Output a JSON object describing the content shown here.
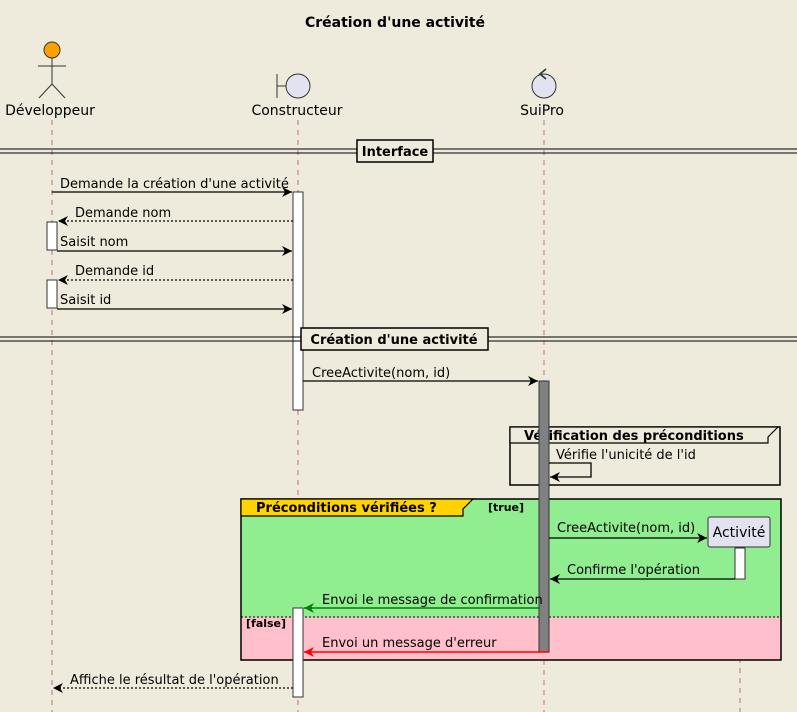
{
  "title": "Création d'une activité",
  "participants": {
    "developpeur": "Développeur",
    "constructeur": "Constructeur",
    "suipro": "SuiPro",
    "activite": "Activité"
  },
  "dividers": {
    "interface": "Interface",
    "creation": "Création d'une activité"
  },
  "messages": {
    "m1": "Demande la création d'une activité",
    "m2": "Demande nom",
    "m3": "Saisit nom",
    "m4": "Demande id",
    "m5": "Saisit id",
    "m6": "CreeActivite(nom, id)",
    "m7": "Vérifie l'unicité de l'id",
    "m8": "CreeActivite(nom, id)",
    "m9": "Confirme l'opération",
    "m10": "Envoi le message de confirmation",
    "m11": "Envoi un message d'erreur",
    "m12": "Affiche le résultat de l'opération"
  },
  "groups": {
    "verification": "Vérification des préconditions",
    "alt_title": "Préconditions vérifiées ?",
    "alt_true": "[true]",
    "alt_false": "[false]"
  },
  "colors": {
    "background": "#EEEBDC",
    "actor_head": "#FF9F00",
    "participant_fill": "#E2E2F0",
    "alt_true_fill": "#90EE90",
    "alt_false_fill": "#FFC0CB",
    "alt_label_fill": "#FFD200",
    "confirm_arrow": "#008000",
    "error_arrow": "#FF0000",
    "suipro_activation": "#808080"
  }
}
